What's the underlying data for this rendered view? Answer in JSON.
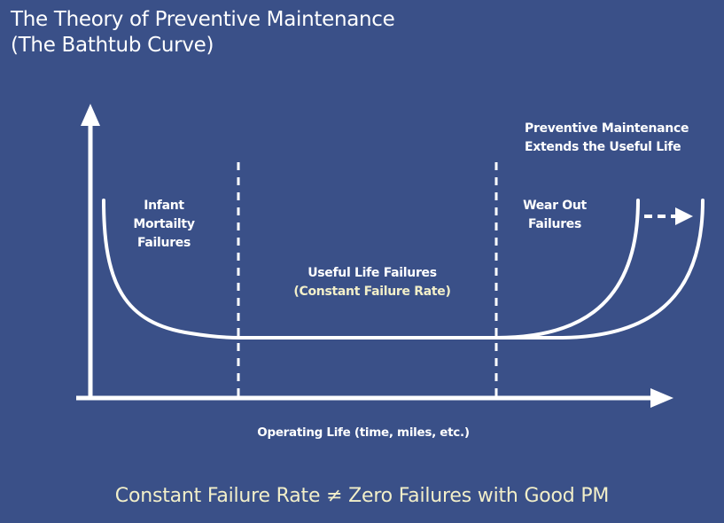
{
  "title": {
    "line1": "The Theory of Preventive Maintenance",
    "line2": "(The Bathtub Curve)"
  },
  "regions": {
    "infant": [
      "Infant",
      "Mortailty",
      "Failures"
    ],
    "useful": [
      "Useful Life Failures",
      "(Constant Failure Rate)"
    ],
    "wearout": [
      "Wear Out",
      "Failures"
    ]
  },
  "annotation": [
    "Preventive Maintenance",
    "Extends the Useful Life"
  ],
  "x_axis_label": "Operating Life (time, miles, etc.)",
  "footer": "Constant Failure Rate ≠ Zero Failures with Good PM",
  "colors": {
    "background": "#3a5088",
    "line": "#ffffff",
    "accent_text": "#f2efc9"
  }
}
